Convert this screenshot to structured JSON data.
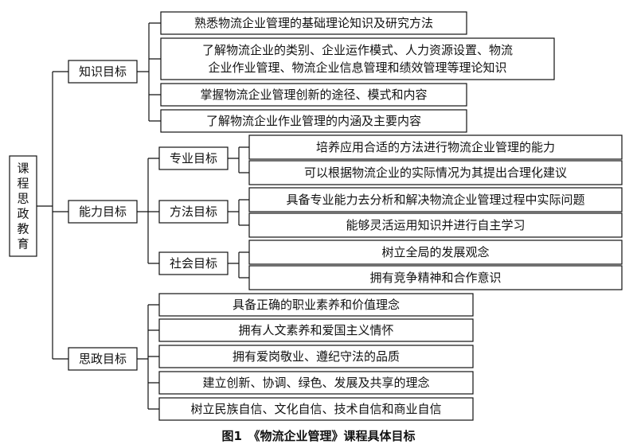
{
  "root": {
    "label": "课程思政教育"
  },
  "categories": [
    {
      "label": "知识目标",
      "items": [
        {
          "lines": [
            "熟悉物流企业管理的基础理论知识及研究方法"
          ]
        },
        {
          "lines": [
            "了解物流企业的类别、企业运作模式、人力资源设置、物流",
            "企业作业管理、物流企业信息管理和绩效管理等理论知识"
          ]
        },
        {
          "lines": [
            "掌握物流企业管理创新的途径、模式和内容"
          ]
        },
        {
          "lines": [
            "了解物流企业作业管理的内涵及主要内容"
          ]
        }
      ]
    },
    {
      "label": "能力目标",
      "subgroups": [
        {
          "label": "专业目标",
          "items": [
            {
              "lines": [
                "培养应用合适的方法进行物流企业管理的能力"
              ]
            },
            {
              "lines": [
                "可以根据物流企业的实际情况为其提出合理化建议"
              ]
            }
          ]
        },
        {
          "label": "方法目标",
          "items": [
            {
              "lines": [
                "具备专业能力去分析和解决物流企业管理过程中实际问题"
              ]
            },
            {
              "lines": [
                "能够灵活运用知识并进行自主学习"
              ]
            }
          ]
        },
        {
          "label": "社会目标",
          "items": [
            {
              "lines": [
                "树立全局的发展观念"
              ]
            },
            {
              "lines": [
                "拥有竞争精神和合作意识"
              ]
            }
          ]
        }
      ]
    },
    {
      "label": "思政目标",
      "items": [
        {
          "lines": [
            "具备正确的职业素养和价值理念"
          ]
        },
        {
          "lines": [
            "拥有人文素养和爱国主义情怀"
          ]
        },
        {
          "lines": [
            "拥有爱岗敬业、遵纪守法的品质"
          ]
        },
        {
          "lines": [
            "建立创新、协调、绿色、发展及共享的理念"
          ]
        },
        {
          "lines": [
            "树立民族自信、文化自信、技术自信和商业自信"
          ]
        }
      ]
    }
  ],
  "caption": "图1　《物流企业管理》课程具体目标"
}
